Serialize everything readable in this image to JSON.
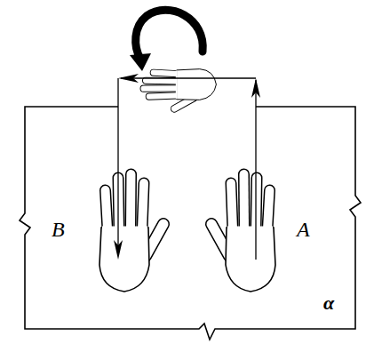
{
  "diagram": {
    "labels": [
      "B",
      "A",
      "α"
    ]
  }
}
